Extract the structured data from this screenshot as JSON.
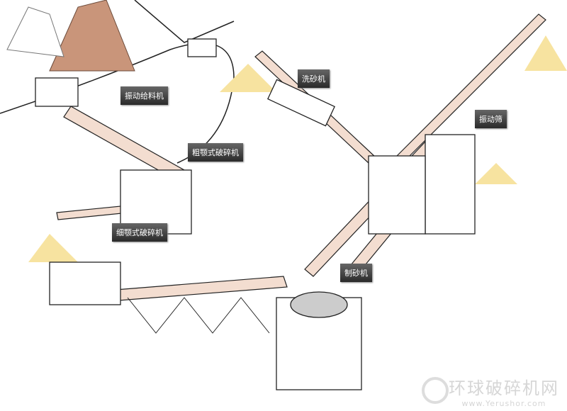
{
  "labels": {
    "feeder": "振动给料机",
    "coarse_jaw": "粗颚式破碎机",
    "fine_jaw": "细颚式破碎机",
    "sand_washer": "洗砂机",
    "vibrating_screen": "振动筛",
    "sand_maker": "制砂机"
  },
  "watermark": {
    "title": "环球破碎机网",
    "url": "www.Yerushor.com"
  },
  "colors": {
    "sand": "#f7e3a0",
    "rock": "#c9957a",
    "label_bg": "#3a3a3a"
  }
}
